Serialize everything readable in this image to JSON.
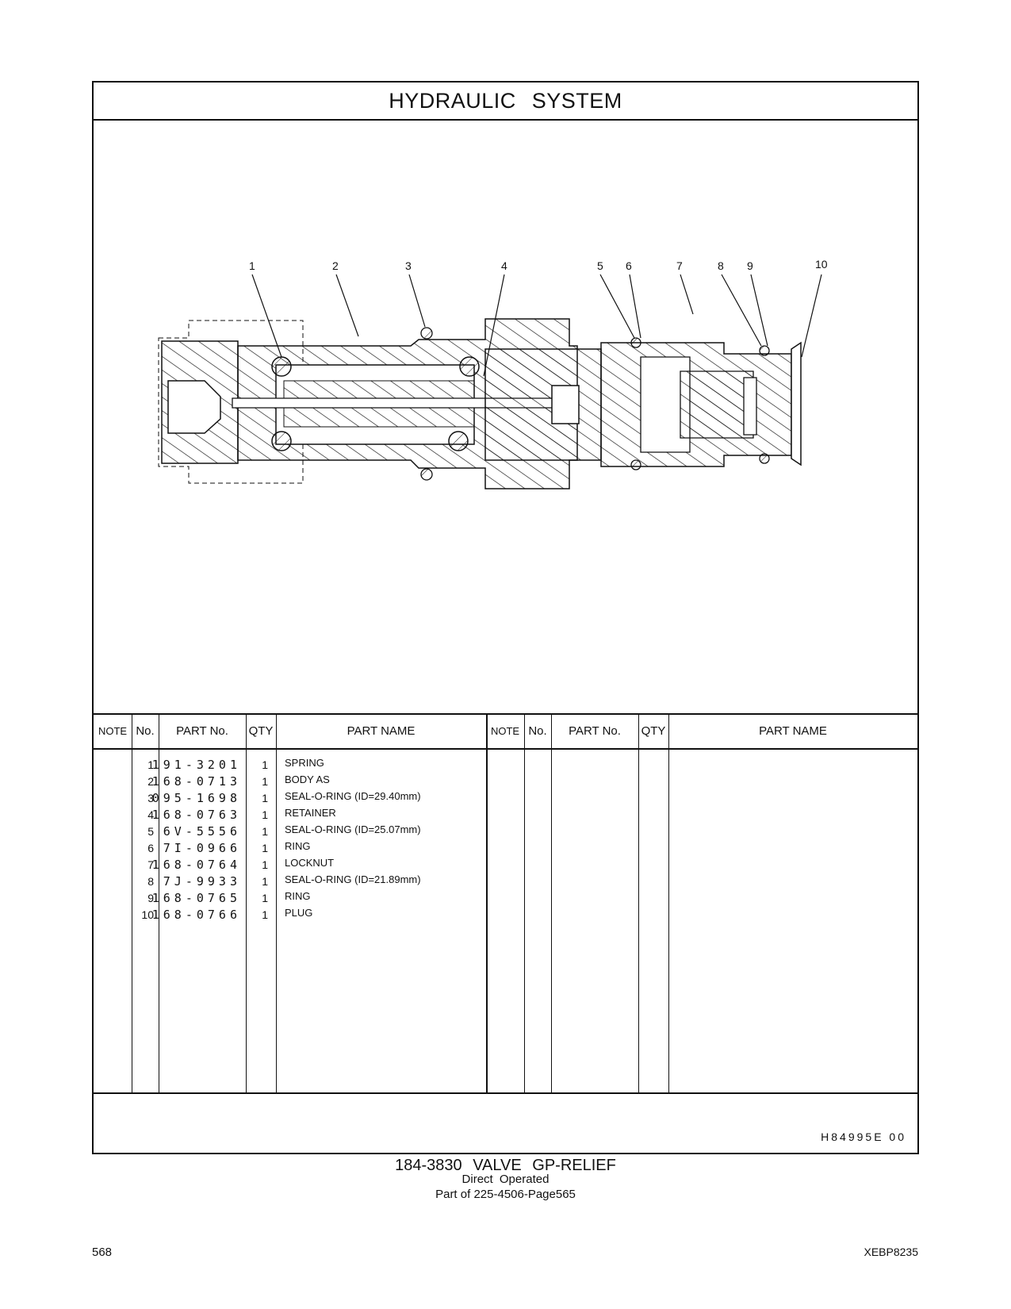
{
  "header": {
    "title": "HYDRAULIC   SYSTEM"
  },
  "callouts": [
    "1",
    "2",
    "3",
    "4",
    "5",
    "6",
    "7",
    "8",
    "9",
    "10"
  ],
  "table": {
    "columns": [
      "NOTE",
      "No.",
      "PART No.",
      "QTY",
      "PART NAME"
    ],
    "rows": [
      {
        "no": "1",
        "part": "191-3201",
        "qty": "1",
        "name": "SPRING"
      },
      {
        "no": "2",
        "part": "168-0713",
        "qty": "1",
        "name": "BODY  AS"
      },
      {
        "no": "3",
        "part": "095-1698",
        "qty": "1",
        "name": "SEAL-O-RING (ID=29.40mm)"
      },
      {
        "no": "4",
        "part": "168-0763",
        "qty": "1",
        "name": "RETAINER"
      },
      {
        "no": "5",
        "part": "6V-5556",
        "qty": "1",
        "name": "SEAL-O-RING (ID=25.07mm)"
      },
      {
        "no": "6",
        "part": "7I-0966",
        "qty": "1",
        "name": "RING"
      },
      {
        "no": "7",
        "part": "168-0764",
        "qty": "1",
        "name": "LOCKNUT"
      },
      {
        "no": "8",
        "part": "7J-9933",
        "qty": "1",
        "name": "SEAL-O-RING (ID=21.89mm)"
      },
      {
        "no": "9",
        "part": "168-0765",
        "qty": "1",
        "name": "RING"
      },
      {
        "no": "10",
        "part": "168-0766",
        "qty": "1",
        "name": "PLUG"
      }
    ]
  },
  "reference": "H84995E    00",
  "caption": {
    "line1": "184-3830  VALVE GP-RELIEF",
    "line2": "Direct  Operated",
    "line3": "Part of 225-4506-Page565"
  },
  "footer": {
    "page": "568",
    "doc_id": "XEBP8235"
  }
}
